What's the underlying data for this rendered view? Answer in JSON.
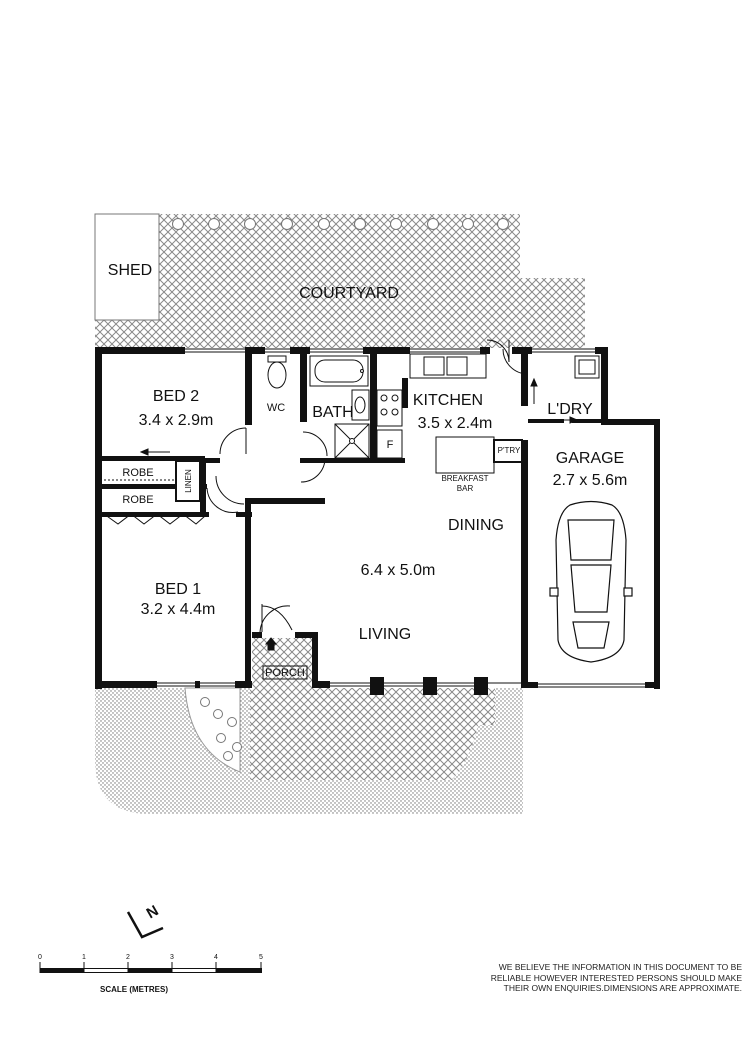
{
  "rooms": {
    "shed": {
      "name": "SHED"
    },
    "courtyard": {
      "name": "COURTYARD"
    },
    "bed2": {
      "name": "BED 2",
      "dims": "3.4 x 2.9m"
    },
    "wc": {
      "name": "WC"
    },
    "bath": {
      "name": "BATH"
    },
    "kitchen": {
      "name": "KITCHEN",
      "dims": "3.5 x 2.4m"
    },
    "fridge": {
      "name": "F"
    },
    "laundry": {
      "name": "L'DRY"
    },
    "pantry": {
      "name": "P'TRY"
    },
    "breakfast_bar": {
      "line1": "BREAKFAST",
      "line2": "BAR"
    },
    "garage": {
      "name": "GARAGE",
      "dims": "2.7 x 5.6m"
    },
    "robe1": {
      "name": "ROBE"
    },
    "robe2": {
      "name": "ROBE"
    },
    "linen": {
      "name": "LINEN"
    },
    "dining": {
      "name": "DINING"
    },
    "living_dims": {
      "dims": "6.4 x 5.0m"
    },
    "living": {
      "name": "LIVING"
    },
    "bed1": {
      "name": "BED 1",
      "dims": "3.2 x 4.4m"
    },
    "porch": {
      "name": "PORCH"
    }
  },
  "compass": {
    "label": "N",
    "icon": "north-arrow-icon"
  },
  "scale": {
    "ticks": [
      "0",
      "1",
      "2",
      "3",
      "4",
      "5"
    ],
    "title": "SCALE (METRES)"
  },
  "disclaimer": {
    "line1": "WE BELIEVE THE INFORMATION IN THIS DOCUMENT TO BE",
    "line2": "RELIABLE HOWEVER INTERESTED PERSONS SHOULD MAKE",
    "line3": "THEIR OWN ENQUIRIES.DIMENSIONS ARE APPROXIMATE."
  },
  "colors": {
    "wall": "#111111",
    "paving": "#9a9a9a",
    "gravel": "#b5b5b5"
  },
  "icons": [
    "shrub-icon",
    "toilet-icon",
    "bathtub-icon",
    "shower-icon",
    "sink-icon",
    "cooktop-icon",
    "car-icon",
    "door-arrow-icon"
  ]
}
